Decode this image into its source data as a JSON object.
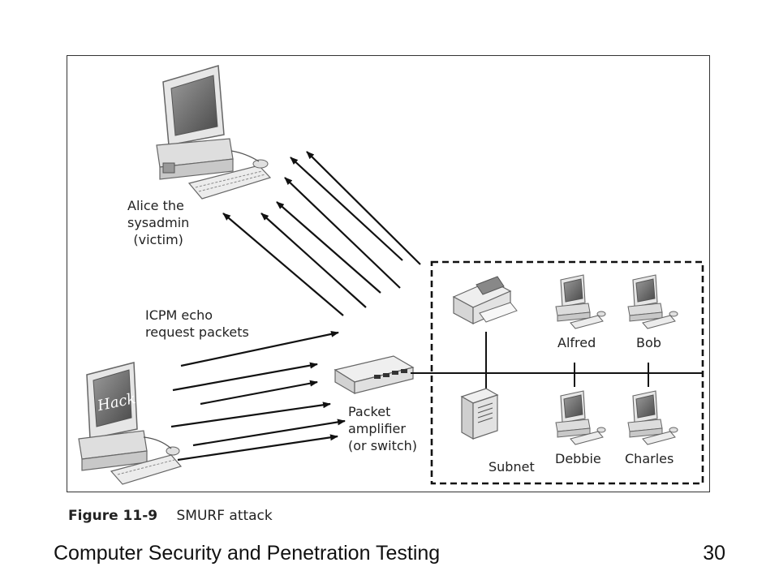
{
  "diagram": {
    "victim_label": [
      "Alice the",
      "sysadmin",
      "(victim)"
    ],
    "attacker_screen_text": "Hack",
    "packets_label": [
      "ICPM echo",
      "request packets"
    ],
    "amplifier_label": [
      "Packet",
      "amplifier",
      "(or switch)"
    ],
    "subnet_label": "Subnet",
    "hosts": {
      "alfred": "Alfred",
      "bob": "Bob",
      "debbie": "Debbie",
      "charles": "Charles"
    }
  },
  "caption": {
    "number": "Figure 11-9",
    "title": "SMURF attack"
  },
  "footer": {
    "title": "Computer Security and Penetration Testing",
    "page": "30"
  }
}
